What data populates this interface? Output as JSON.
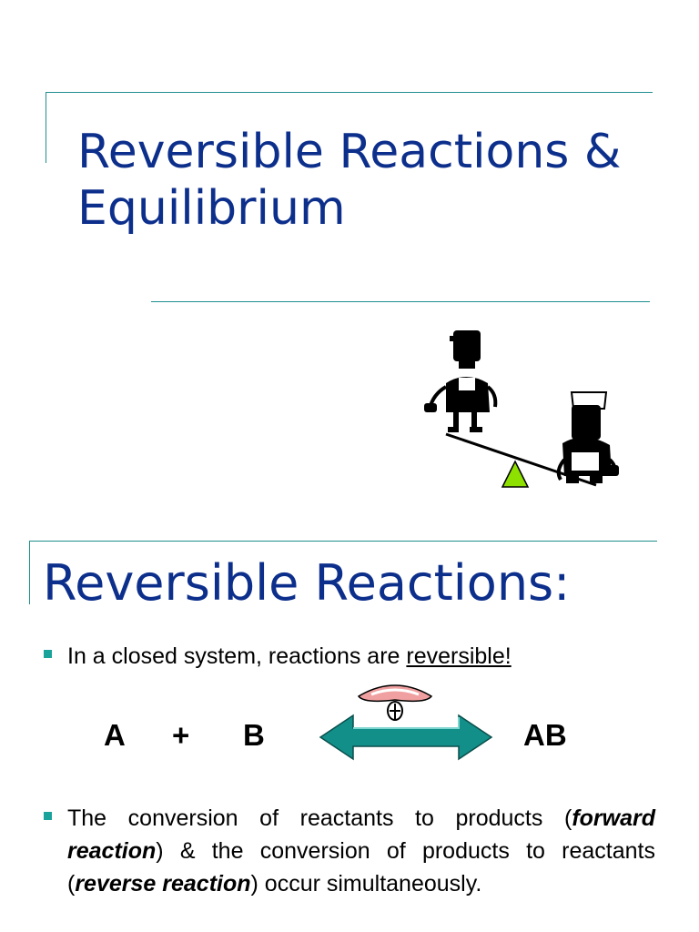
{
  "slide1": {
    "title_line1": "Reversible Reactions &",
    "title_line2": "Equilibrium"
  },
  "slide2": {
    "title": "Reversible Reactions:",
    "bullet1": {
      "prefix": "In a closed system, reactions are ",
      "emphasis": "reversible!"
    },
    "equation": {
      "a": "A",
      "plus": "+",
      "b": "B",
      "product": "AB"
    },
    "bullet2": {
      "part1": "The conversion of reactants to products (",
      "bold1": "forward reaction",
      "part2": ") & the conversion of products to reactants (",
      "bold2": "reverse reaction",
      "part3": ") occur simultaneously."
    }
  },
  "colors": {
    "title": "#0d2f8c",
    "accent_line": "#1f8f8f",
    "bullet": "#1aa39a",
    "arrow": "#138f8a",
    "fulcrum": "#8ee000"
  },
  "icons": [
    "seesaw-clipart",
    "double-arrow-icon",
    "pink-balance-icon"
  ]
}
